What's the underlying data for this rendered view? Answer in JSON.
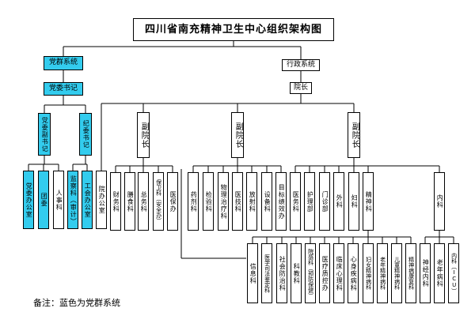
{
  "title": "四川省南充精神卫生中心组织架构图",
  "party": {
    "system": "党群系统",
    "secretary": "党委书记",
    "deputy_secretary": "党委副书记",
    "discipline_secretary": "纪委书记",
    "units": [
      "党委办公室",
      "团委",
      "人事科",
      "监察科（审计）",
      "工会办公室"
    ]
  },
  "admin": {
    "system": "行政系统",
    "president": "院长",
    "vice_presidents": [
      "副院长",
      "副院长",
      "副院长"
    ],
    "president_office": "院办公室",
    "group1": [
      "财务科",
      "膳食科",
      "总务科",
      "保卫科（安全办）",
      "医保办"
    ],
    "group2": [
      "药剂科",
      "检验科",
      "物理治疗科",
      "医技科",
      "放射科",
      "设备科",
      "目标绩效办"
    ],
    "group3": [
      "医务科",
      "护理部",
      "门诊部",
      "外科",
      "妇科",
      "精神科"
    ],
    "internal": "内科",
    "psych_depts": [
      "信息科",
      "医学司法鉴定科",
      "社会防治科",
      "科教科",
      "院感科（预防保健）",
      "医疗质控办",
      "临床心理科",
      "心身疾病科",
      "妇女精神病科",
      "老年精神病科",
      "儿童精神病科",
      "精神病康复科"
    ],
    "internal_depts": [
      "神经内科",
      "老年病科",
      "内科（ICU）"
    ]
  },
  "note": "备注：蓝色为党群系统",
  "colors": {
    "party": "#33ccee",
    "line": "#000000"
  }
}
